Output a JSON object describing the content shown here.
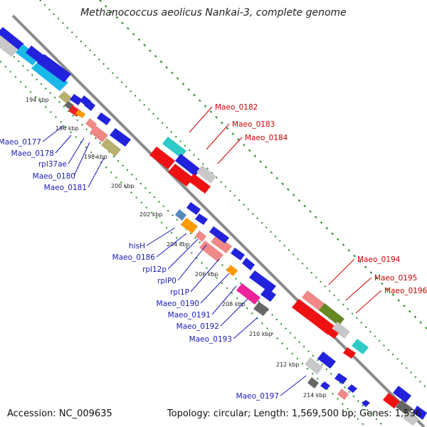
{
  "title": "Methanococcus aeolicus Nankai-3, complete genome",
  "footer": {
    "accession": "Accession: NC_009635",
    "topology": "Topology: circular; Length: 1,569,500 bp; Genes: 1,536"
  },
  "colors": {
    "backbone": "#808080",
    "kbp_ticks": "#228b22",
    "blue_label": "#1a1ab8",
    "red_label": "#cc0000"
  },
  "kbp_ticks": [
    "194 kbp",
    "196 kbp",
    "198 kbp",
    "200 kbp",
    "202 kbp",
    "204 kbp",
    "206 kbp",
    "208 kbp",
    "210 kbp",
    "212 kbp",
    "214 kbp"
  ],
  "gene_labels_left": [
    "Maeo_0177",
    "Maeo_0178",
    "rpl37ae",
    "Maeo_0180",
    "Maeo_0181",
    "hisH",
    "Maeo_0186",
    "rpl12p",
    "rplP0",
    "rpl1P",
    "Maeo_0190",
    "Maeo_0191",
    "Maeo_0192",
    "Maeo_0193",
    "Maeo_0197"
  ],
  "gene_labels_right": [
    "Maeo_0182",
    "Maeo_0183",
    "Maeo_0184",
    "Maeo_0194",
    "Maeo_0195",
    "Maeo_0196"
  ]
}
